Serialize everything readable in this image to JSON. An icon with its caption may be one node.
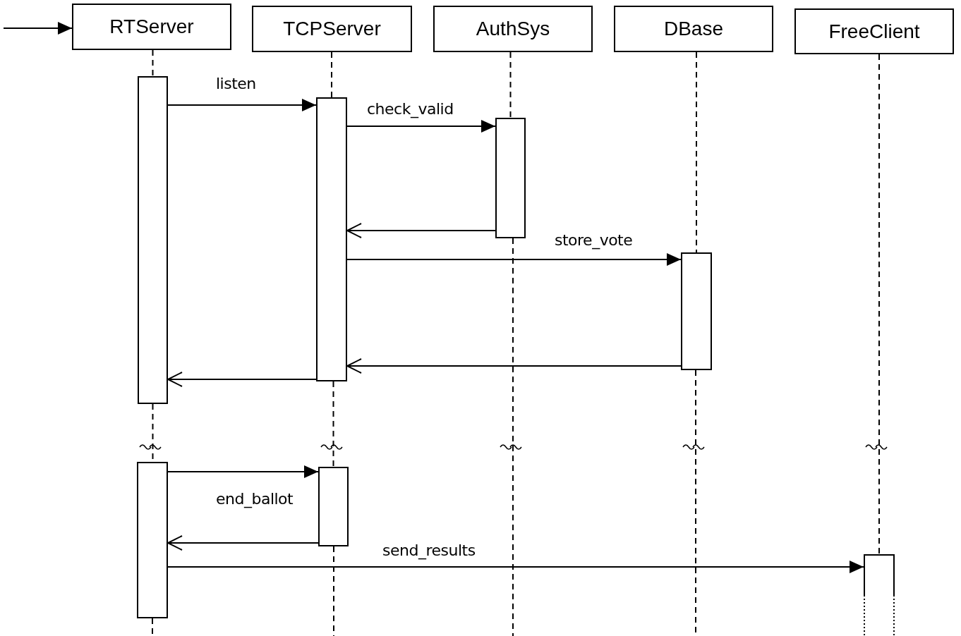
{
  "diagram": {
    "nodes": [
      {
        "text": [
          "RTServer"
        ]
      },
      {
        "text": [
          "TCPServer"
        ]
      },
      {
        "text": [
          "AuthSys"
        ]
      },
      {
        "text": [
          "DBase"
        ]
      },
      {
        "text": [
          "FreeClient"
        ]
      },
      {
        "text": [],
        "shape": "bar"
      },
      {
        "text": [],
        "shape": "bar"
      },
      {
        "text": [],
        "shape": "bar"
      },
      {
        "text": [],
        "shape": "bar"
      },
      {
        "text": [],
        "shape": "bar"
      },
      {
        "text": [],
        "shape": "bar"
      },
      {
        "text": [],
        "shape": "bar"
      }
    ],
    "edges": [
      {
        "from": null,
        "to": 0,
        "arrow": "to"
      },
      {
        "from": 5,
        "to": 6,
        "arrow": "to",
        "label": "listen"
      },
      {
        "from": 6,
        "to": 7,
        "arrow": "to",
        "label": "check_valid"
      },
      {
        "from": 7,
        "to": 6,
        "arrow": "to"
      },
      {
        "from": 6,
        "to": 8,
        "arrow": "to",
        "label": "store_vote"
      },
      {
        "from": 8,
        "to": 6,
        "arrow": "to"
      },
      {
        "from": 6,
        "to": 5,
        "arrow": "to"
      },
      {
        "from": 9,
        "to": 10,
        "arrow": "to",
        "label": "end_ballot"
      },
      {
        "from": 10,
        "to": 9,
        "arrow": "to"
      },
      {
        "from": 9,
        "to": 11,
        "arrow": "to",
        "label": "send_results"
      },
      {
        "from": 0,
        "to": 5,
        "arrow": "none",
        "style": "dashed"
      },
      {
        "from": 5,
        "to": 9,
        "arrow": "none",
        "style": "dashed"
      },
      {
        "from": 1,
        "to": 6,
        "arrow": "none",
        "style": "dashed"
      },
      {
        "from": 6,
        "to": 10,
        "arrow": "none",
        "style": "dashed"
      },
      {
        "from": 2,
        "to": 7,
        "arrow": "none",
        "style": "dashed"
      },
      {
        "from": 3,
        "to": 8,
        "arrow": "none",
        "style": "dashed"
      },
      {
        "from": 4,
        "to": 11,
        "arrow": "none",
        "style": "dashed"
      }
    ]
  }
}
